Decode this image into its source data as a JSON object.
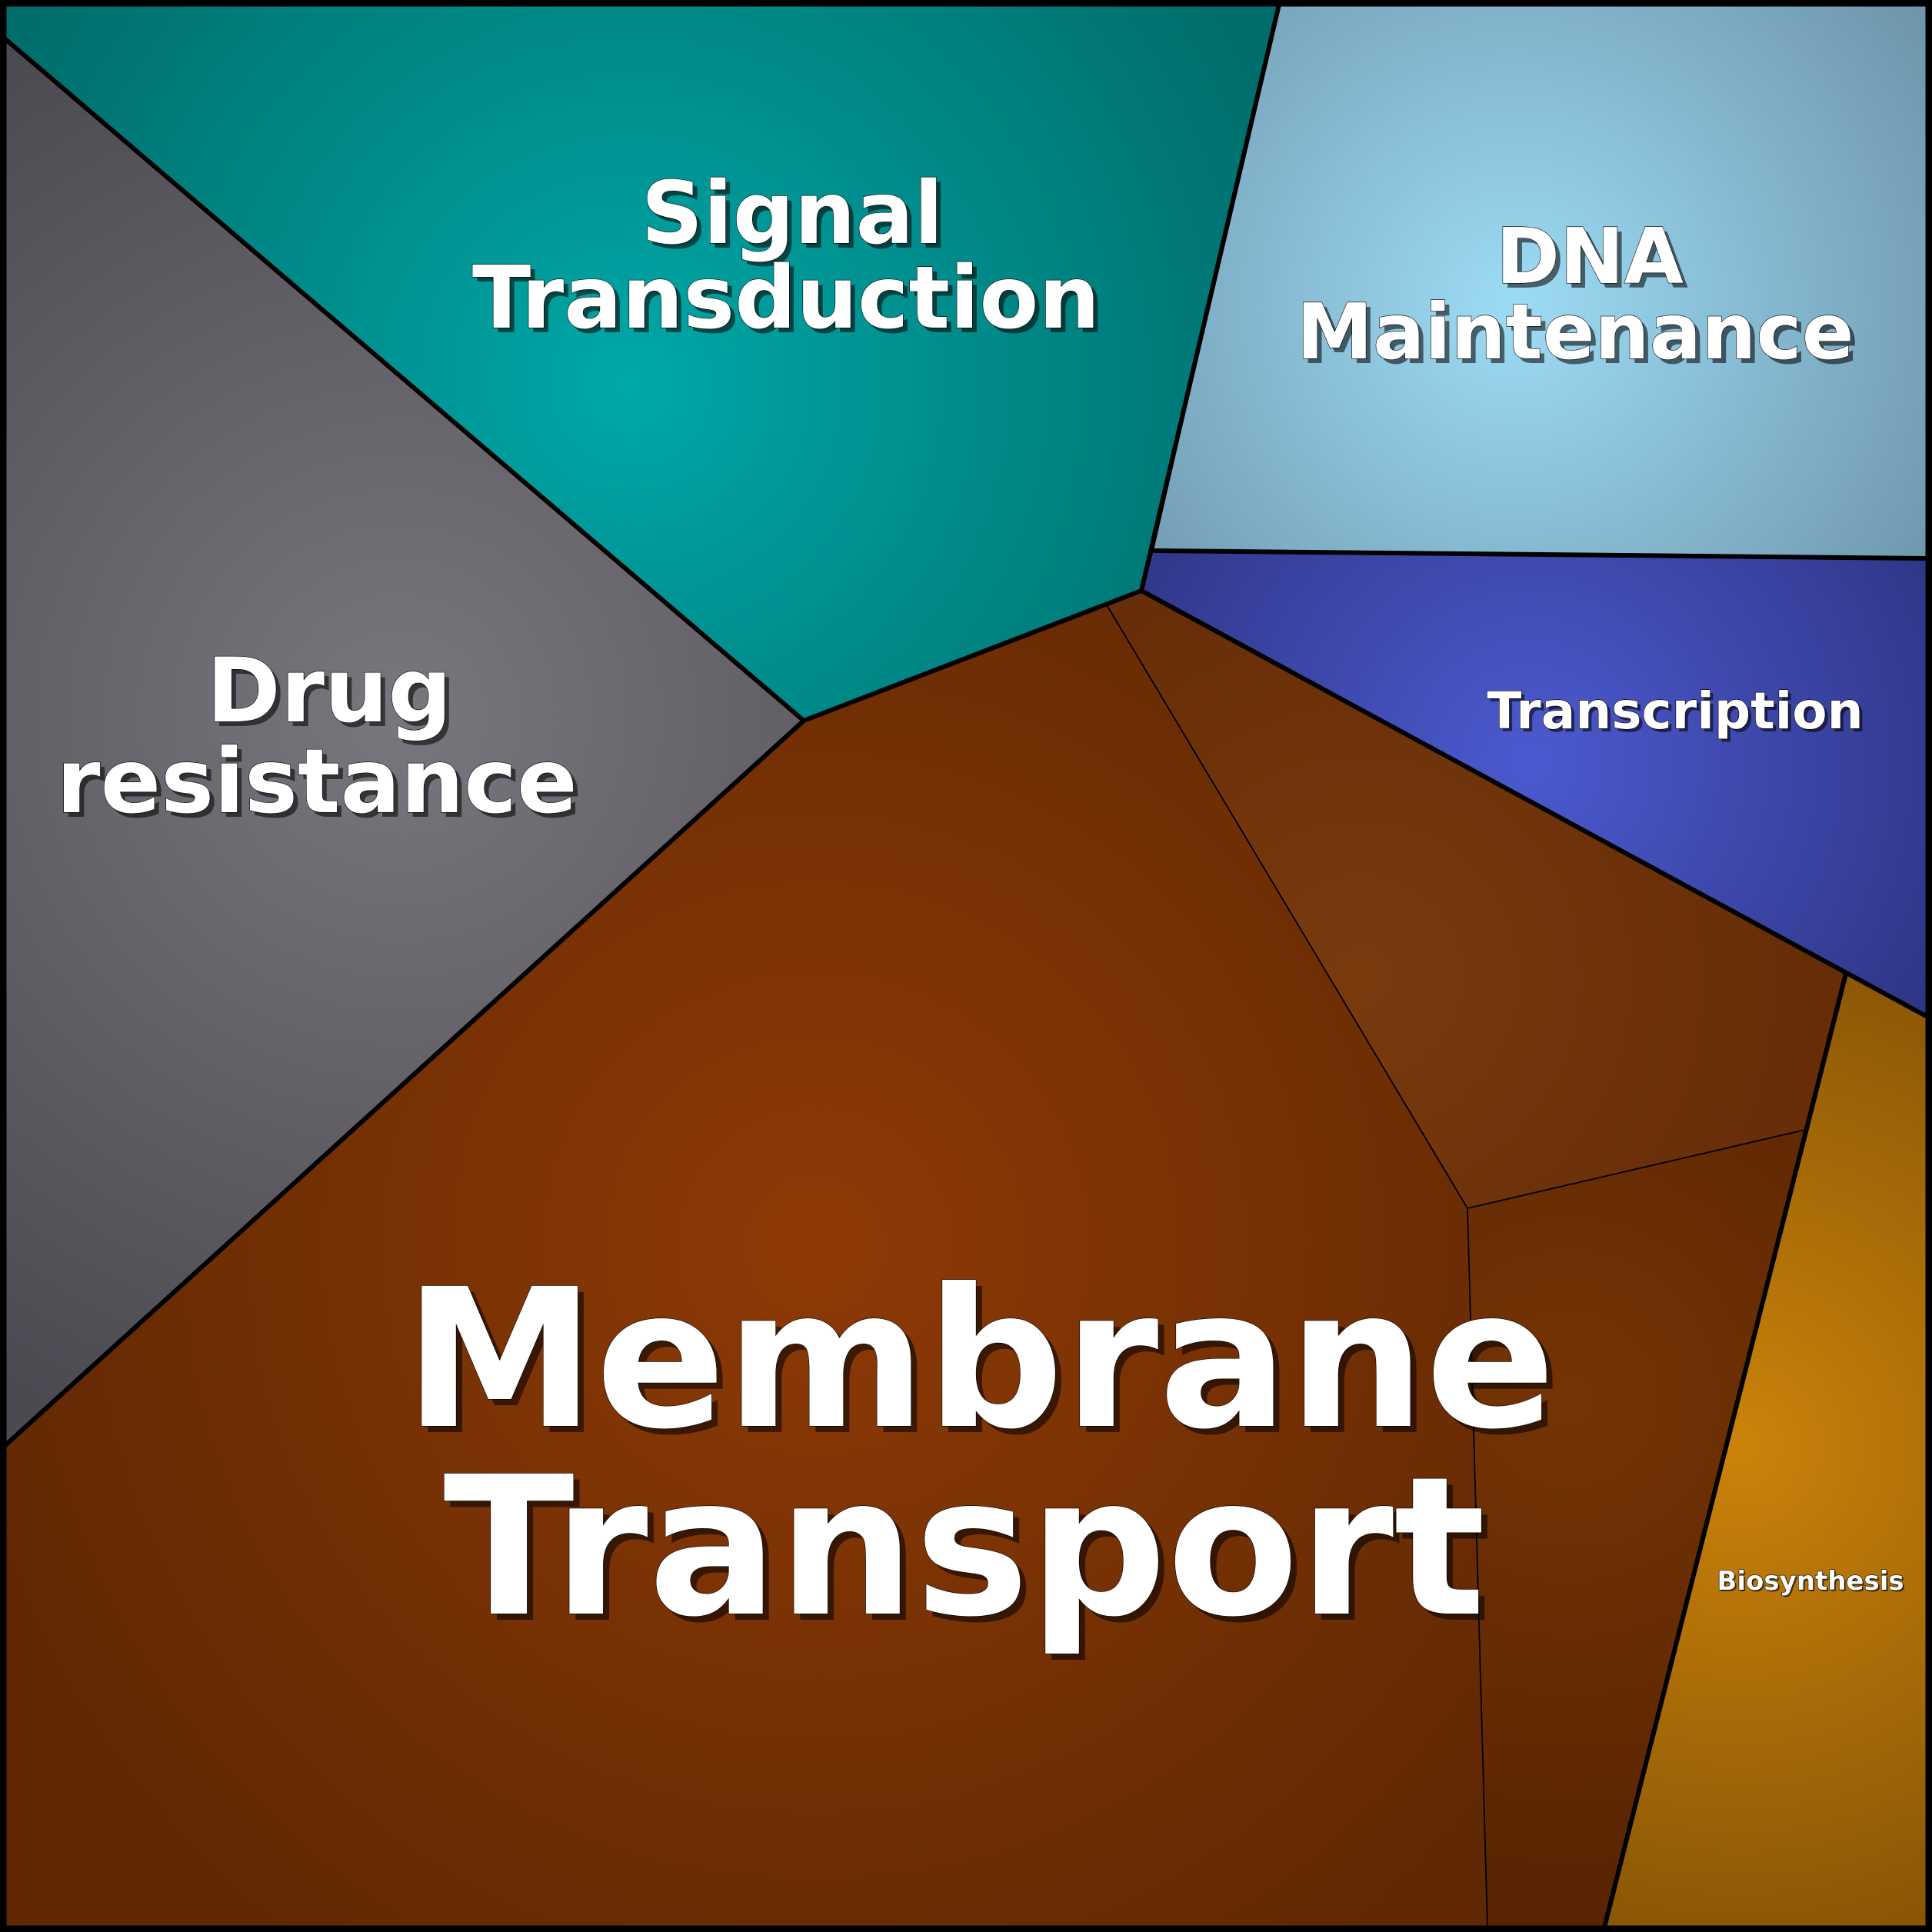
{
  "regions": {
    "signal_transduction": {
      "lines": [
        "Signal",
        "Transduction"
      ],
      "color_center": "#00a8a8",
      "color_edge": "#006e6c"
    },
    "dna_maintenance": {
      "lines": [
        "DNA",
        "Maintenance"
      ],
      "color_center": "#9ddcf5",
      "color_edge": "#6a90a6"
    },
    "drug_resistance": {
      "lines": [
        "Drug",
        "resistance"
      ],
      "color_center": "#7a767e",
      "color_edge": "#4c4a51"
    },
    "transcription": {
      "lines": [
        "Transcription"
      ],
      "color_center": "#4c5ad0",
      "color_edge": "#2f3585"
    },
    "membrane_transport": {
      "lines": [
        "Membrane",
        "Transport"
      ],
      "color_center": "#8e3a05",
      "color_edge": "#602804"
    },
    "biosynthesis": {
      "lines": [
        "Biosynthesis"
      ],
      "color_center": "#cb830a",
      "color_edge": "#8a5606"
    }
  },
  "subregion_colors": {
    "membrane_upper_right": [
      "#7a3a0e",
      "#642c08"
    ],
    "membrane_lower_right": [
      "#763405",
      "#582402"
    ]
  }
}
